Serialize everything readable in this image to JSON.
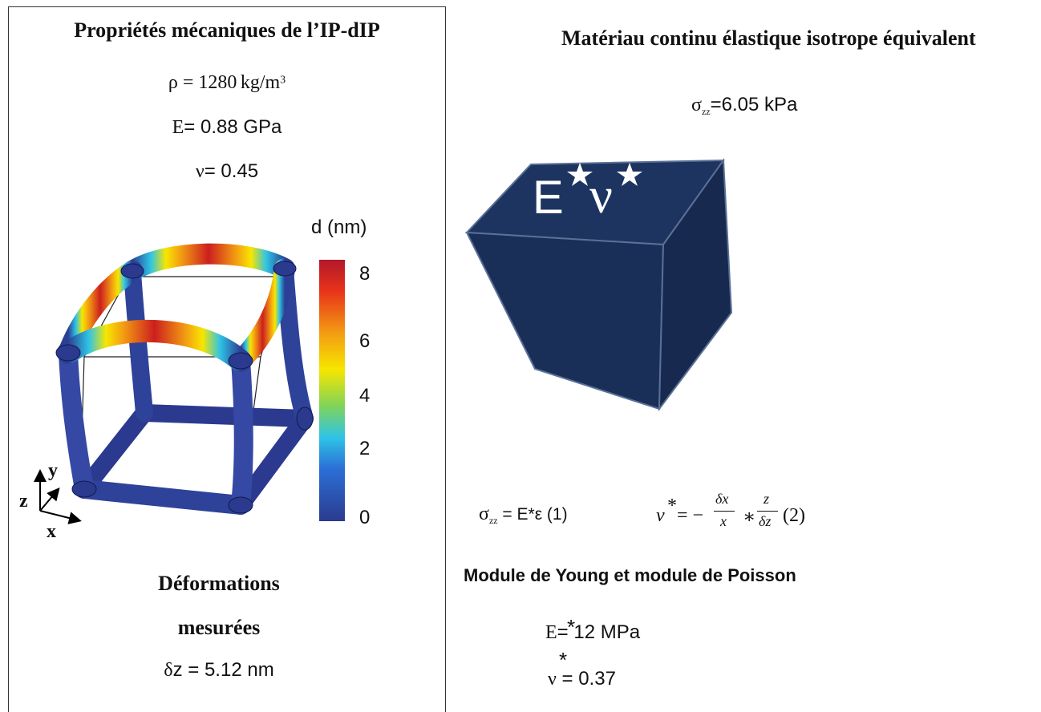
{
  "left": {
    "title": "Propriétés mécaniques de l’IP-dIP",
    "rho_symbol": "ρ",
    "rho_equals": " = ",
    "rho_value": "1280",
    "rho_unit": "kg/m",
    "rho_exp": "3",
    "E_symbol": "E",
    "E_value": "= 0.88 GPa",
    "nu_symbol": "ν",
    "nu_value": "= 0.45",
    "colorbar_label": "d (nm)",
    "colorbar_ticks": [
      "8",
      "6",
      "4",
      "2",
      "0"
    ],
    "axes": {
      "y": "y",
      "z": "z",
      "x": "x"
    },
    "deform_title_1": "Déformations",
    "deform_title_2": "mesurées",
    "deform_symbol": "δ",
    "deform_value": "z = 5.12 nm"
  },
  "right": {
    "title": "Matériau continu élastique isotrope équivalent",
    "sigma_symbol": "σ",
    "sigma_sub": "zz",
    "sigma_value": "=6.05 kPa",
    "cube_E": "E",
    "cube_nu": "ν",
    "eq1_sigma": "σ",
    "eq1_sub": "zz",
    "eq1_rest": " = E*ε  (1)",
    "eq2_nu": "v",
    "eq2_star": "*",
    "eq2_eq": "= −",
    "eq2_frac1_num": "δx",
    "eq2_frac1_den": "x",
    "eq2_mult": "∗",
    "eq2_frac2_num": "z",
    "eq2_frac2_den": "δz",
    "eq2_num": "(2)",
    "modules_title": "Module de Young et module de Poisson",
    "E_star_symbol": "E",
    "E_star_mark": "*",
    "E_star_value": "= 12 MPa",
    "nu_star_mark": "*",
    "nu_star_symbol": "ν",
    "nu_star_value": " = 0.37"
  },
  "colors": {
    "cube_face_top": "#1d3461",
    "cube_face_front": "#1a2f58",
    "cube_face_side": "#17294f",
    "cube_edge": "#5a7096",
    "frame_blue": "#2b3f94",
    "colormap": [
      "#b2182b",
      "#e8331a",
      "#f39c12",
      "#f7e600",
      "#7fd35a",
      "#2ec4e6",
      "#2b6fd6",
      "#2b3a8f"
    ]
  }
}
